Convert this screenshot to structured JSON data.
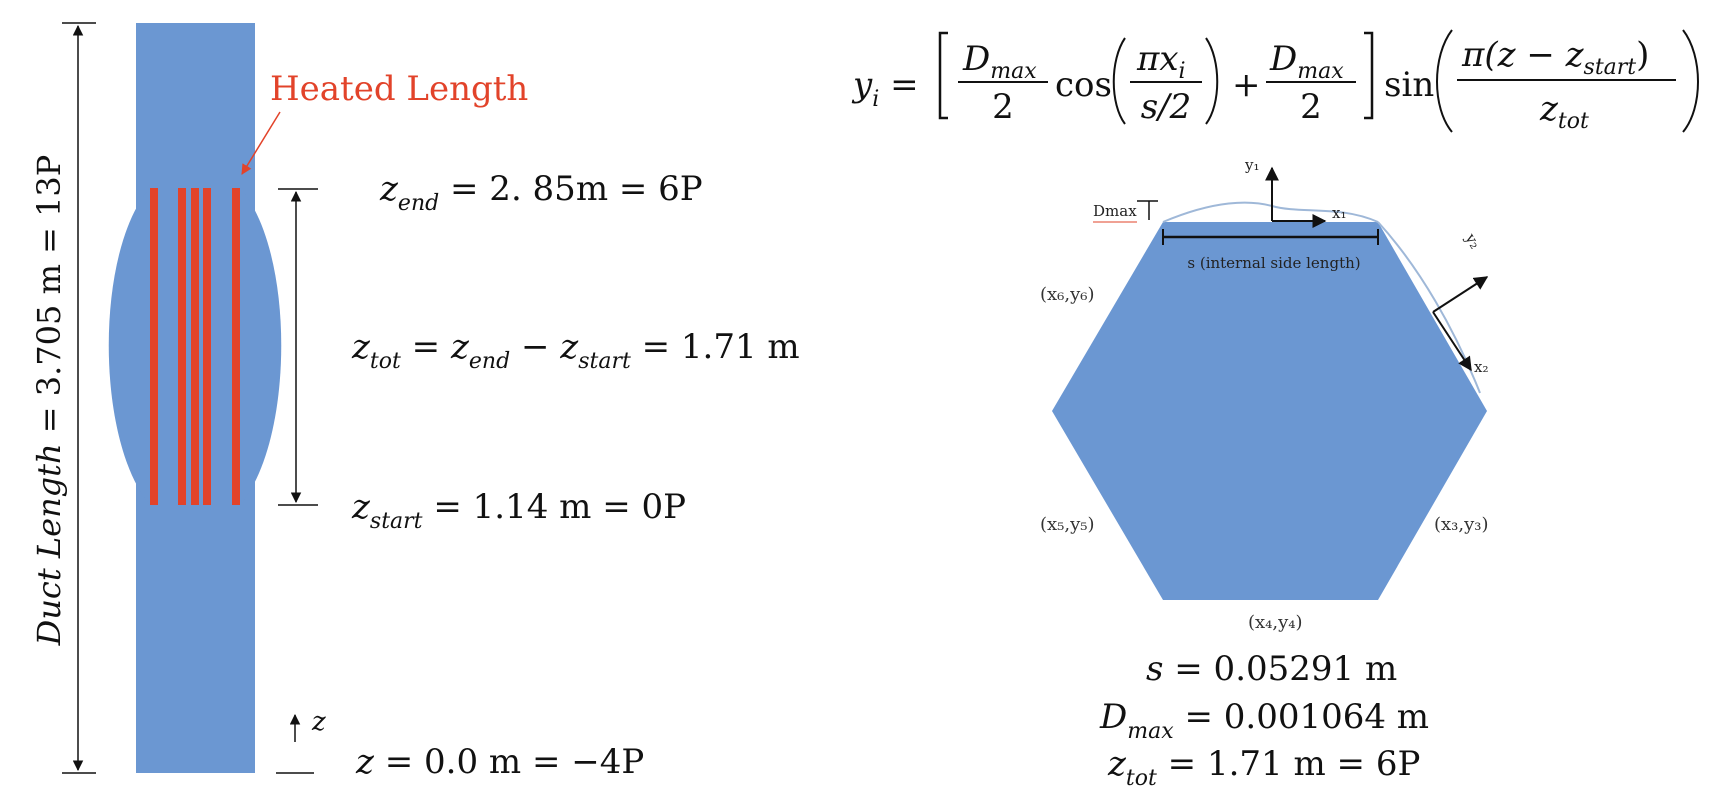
{
  "colors": {
    "duct": "#6b97d2",
    "heater": "#e2432a",
    "label": "#e2432a",
    "line": "#111111",
    "curve": "#9fb8d8"
  },
  "left": {
    "duct_length": {
      "italic": "Duct Length",
      "rest": " = 3.705 m = 13P"
    },
    "heated_label": "Heated Length",
    "z_end": {
      "var": "z",
      "sub": "end",
      "rest": " = 2. 85m = 6P"
    },
    "z_tot": {
      "v1": "z",
      "s1": "tot",
      "t1": " = ",
      "v2": "z",
      "s2": "end",
      "t2": " − ",
      "v3": "z",
      "s3": "start",
      "t3": " = 1.71 m"
    },
    "z_start": {
      "var": "z",
      "sub": "start",
      "rest": " = 1.14 m = 0P"
    },
    "z_zero": {
      "var": "z",
      "rest": " = 0.0 m = −4P"
    },
    "z_axis": "z"
  },
  "formula": {
    "y": "y",
    "i": "i",
    "eq": " = ",
    "D": "D",
    "max": "max",
    "two": "2",
    "cos": "cos",
    "pi": "π",
    "x": "x",
    "xi": "i",
    "s2": "s/2",
    "plus": "+",
    "sin": "sin",
    "num": "π(z − z",
    "start": "start",
    "close": ")",
    "z": "z",
    "tot": "tot"
  },
  "hexagon": {
    "y1": "y₁",
    "x1": "x₁",
    "dmax": "Dmax",
    "s_label": "s (internal side length)",
    "y2": "y₂",
    "x2": "x₂",
    "p6": "(x₆,y₆)",
    "p5": "(x₅,y₅)",
    "p4": "(x₄,y₄)",
    "p3": "(x₃,y₃)"
  },
  "params": {
    "s": {
      "var": "s",
      "rest": " = 0.05291 m"
    },
    "dmax": {
      "var": "D",
      "sub": "max",
      "rest": " = 0.001064 m"
    },
    "ztot": {
      "var": "z",
      "sub": "tot",
      "rest": " = 1.71 m = 6P"
    }
  }
}
